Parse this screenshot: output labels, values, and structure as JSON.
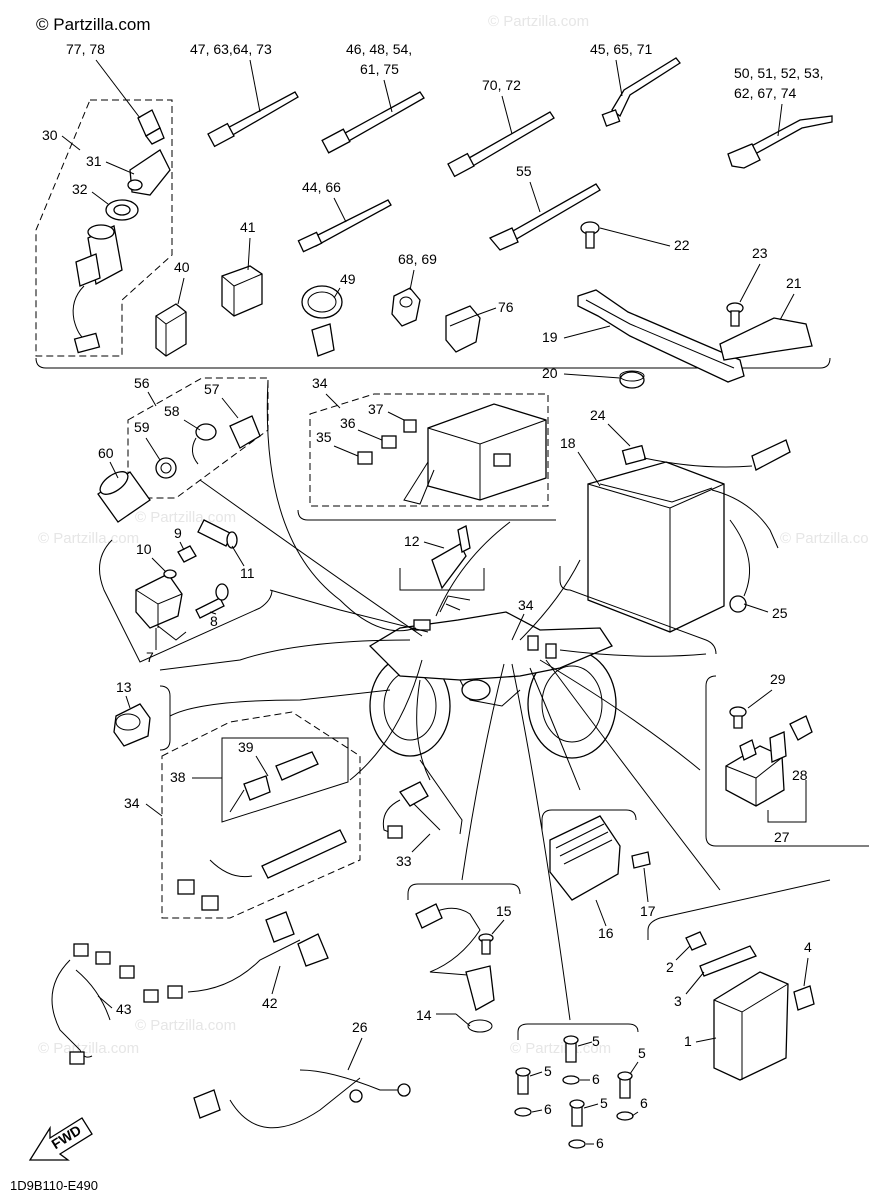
{
  "watermark": {
    "primary": "© Partzilla.com",
    "repeat": [
      "© Partzilla.com",
      "© Partzilla.com",
      "© Partzilla.com",
      "© Partzilla.com",
      "© Partzilla.com",
      "© Partzilla.com",
      "© Partzilla.com"
    ]
  },
  "diagram_code": "1D9B110-E490",
  "fwd_label": "FWD",
  "callouts": {
    "c77_78": "77, 78",
    "c30": "30",
    "c31": "31",
    "c32": "32",
    "c47_63_64_73": "47, 63,64, 73",
    "c46_48_54": "46, 48, 54,",
    "c61_75": "61, 75",
    "c70_72": "70, 72",
    "c45_65_71": "45, 65, 71",
    "c50_53": "50, 51, 52, 53,",
    "c62_67_74": "62, 67, 74",
    "c44_66": "44, 66",
    "c55": "55",
    "c41": "41",
    "c40": "40",
    "c49": "49",
    "c68_69": "68, 69",
    "c76": "76",
    "c22": "22",
    "c23": "23",
    "c21": "21",
    "c19": "19",
    "c20": "20",
    "c56": "56",
    "c57": "57",
    "c58": "58",
    "c59": "59",
    "c60": "60",
    "c34a": "34",
    "c37": "37",
    "c36": "36",
    "c35": "35",
    "c24": "24",
    "c18": "18",
    "c10": "10",
    "c9": "9",
    "c11": "11",
    "c8": "8",
    "c7": "7",
    "c12": "12",
    "c34b": "34",
    "c25": "25",
    "c13": "13",
    "c29": "29",
    "c28": "28",
    "c27": "27",
    "c39": "39",
    "c38": "38",
    "c34c": "34",
    "c33": "33",
    "c16": "16",
    "c17": "17",
    "c15": "15",
    "c14": "14",
    "c2": "2",
    "c3": "3",
    "c4": "4",
    "c1": "1",
    "c43": "43",
    "c42": "42",
    "c26": "26",
    "c5a": "5",
    "c5b": "5",
    "c5c": "5",
    "c5d": "5",
    "c6a": "6",
    "c6b": "6",
    "c6c": "6",
    "c6d": "6"
  }
}
